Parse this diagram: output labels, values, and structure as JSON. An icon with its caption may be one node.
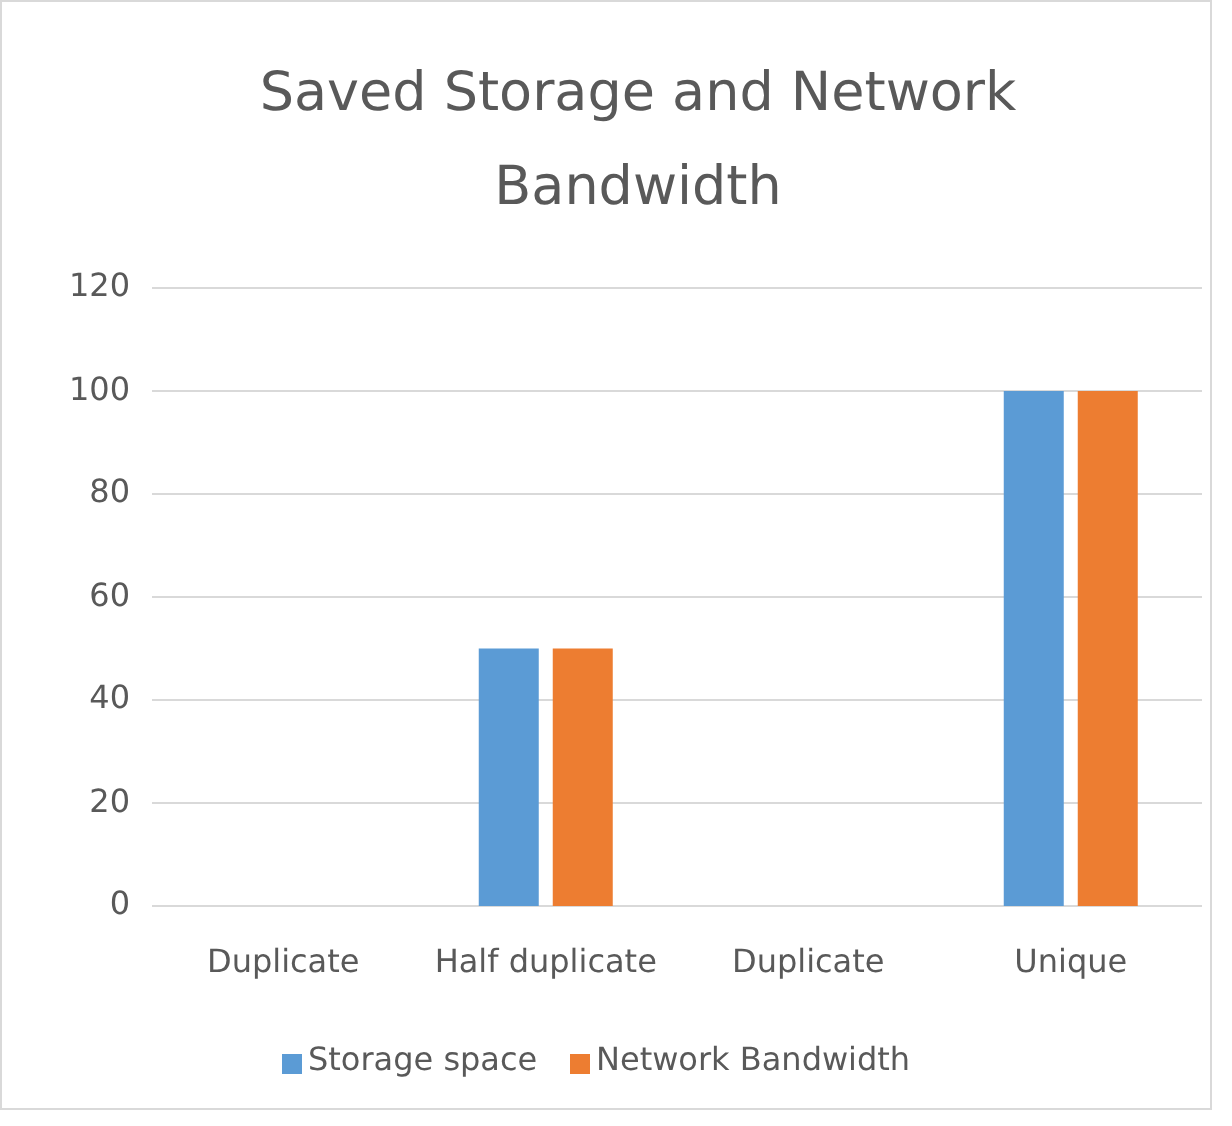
{
  "diagram": {
    "chart_data": {
      "type": "bar",
      "title": "Saved Storage and Network Bandwidth",
      "categories": [
        "Duplicate",
        "Half duplicate",
        "Duplicate",
        "Unique"
      ],
      "series": [
        {
          "name": "Storage space",
          "color": "#5b9bd5",
          "values": [
            0,
            50,
            0,
            100
          ]
        },
        {
          "name": "Network Bandwidth",
          "color": "#ed7d31",
          "values": [
            0,
            50,
            0,
            100
          ]
        }
      ],
      "ylim": [
        0,
        120
      ],
      "yticks": [
        0,
        20,
        40,
        60,
        80,
        100,
        120
      ],
      "grid": true,
      "legend": "bottom"
    }
  }
}
